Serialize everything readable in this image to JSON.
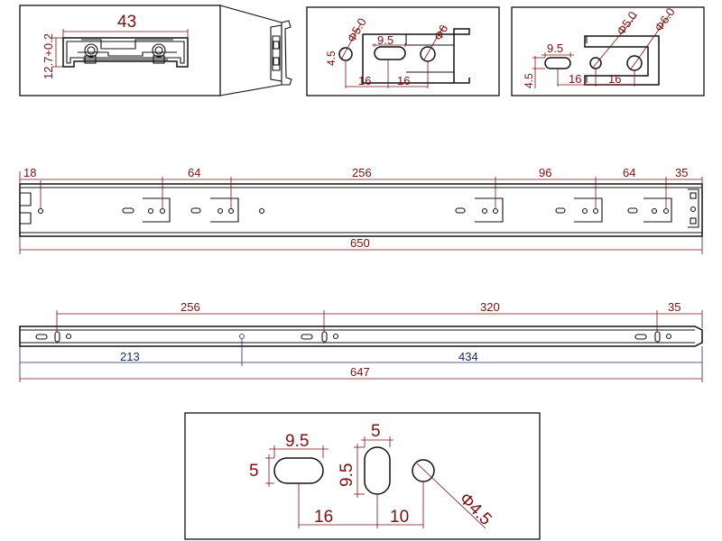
{
  "profile_view": {
    "width": "43",
    "height": "12.7+0.2"
  },
  "detail_a": {
    "d1": "Φ5.0",
    "d2": "Φ6",
    "slot": "9.5",
    "h": "4.5",
    "p1": "16",
    "p2": "16"
  },
  "detail_b": {
    "d1": "Φ5.0",
    "d2": "Φ6.0",
    "slot": "9.5",
    "h": "4.5",
    "p1": "16",
    "p2": "16"
  },
  "inner_rail": {
    "d_start": "18",
    "d1": "64",
    "d2": "256",
    "d3": "96",
    "d4": "64",
    "d_end": "35",
    "length": "650"
  },
  "outer_rail": {
    "d1": "256",
    "d2": "320",
    "d_end": "35",
    "s1": "213",
    "s2": "434",
    "length": "647"
  },
  "slot_detail": {
    "h_slot_w": "9.5",
    "h_slot_h": "5",
    "v_slot_w": "5",
    "v_slot_h": "9.5",
    "gap1": "16",
    "gap2": "10",
    "hole": "Φ4.5"
  }
}
